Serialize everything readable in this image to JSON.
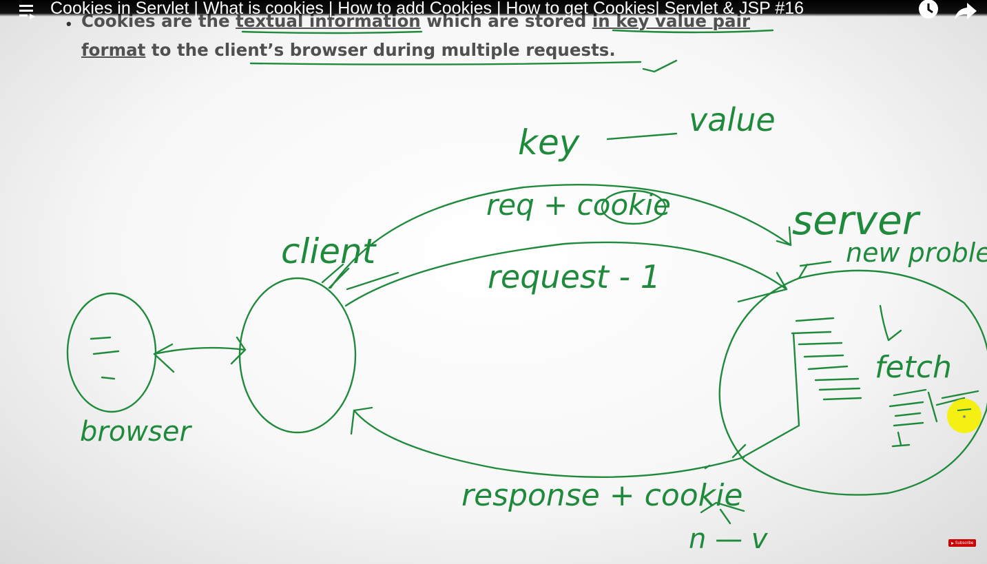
{
  "video": {
    "title": "Cookies in Servlet | What is cookies | How to add Cookies | How to get Cookies| Servlet & JSP #16"
  },
  "slide": {
    "bullet": "•",
    "line1_prefix": "Cookies are the ",
    "line1_under": "textual information",
    "line1_mid": " which are stored ",
    "line1_key": "in key value pair",
    "line2_format": "format",
    "line2_rest": " to the client’s browser during multiple requests."
  },
  "annotations": {
    "key": "key",
    "dash": "—",
    "value": "value",
    "req_cookie": "req + cookie",
    "client": "client",
    "server": "server",
    "request1": "request - 1",
    "new_problem": "new problem",
    "browser": "browser",
    "fetch": "fetch",
    "response_cookie": "response + cookie",
    "n_v": "n — v"
  },
  "subscribe": {
    "label": "Subscribe"
  },
  "colors": {
    "ink": "#1f8a3c",
    "pointer": "#f5f000"
  },
  "icons": [
    "playlist-icon",
    "watch-later-icon",
    "share-icon"
  ]
}
